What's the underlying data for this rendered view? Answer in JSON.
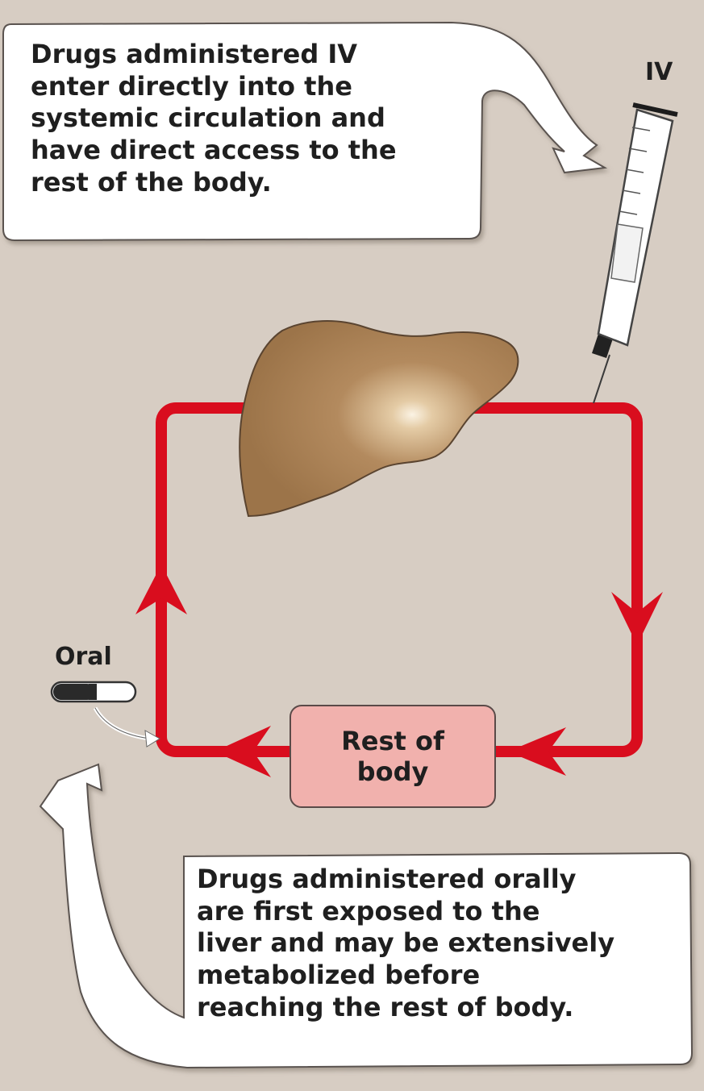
{
  "iv_callout": {
    "lines": [
      "Drugs administered IV",
      "enter directly into the",
      "systemic circulation and",
      "have direct access to the",
      "rest of the body."
    ]
  },
  "oral_callout": {
    "lines": [
      "Drugs administered orally",
      "are first exposed to the",
      "liver and may be extensively",
      "metabolized before",
      "reaching the rest of body."
    ]
  },
  "labels": {
    "iv": "IV",
    "oral": "Oral",
    "rest_of_body": [
      "Rest of",
      "body"
    ]
  },
  "colors": {
    "background": "#d7cdc3",
    "circulation": "#d90d1e",
    "liver": "#a57c52",
    "rest_box": "#f1b1ad",
    "callout": "#ffffff"
  }
}
